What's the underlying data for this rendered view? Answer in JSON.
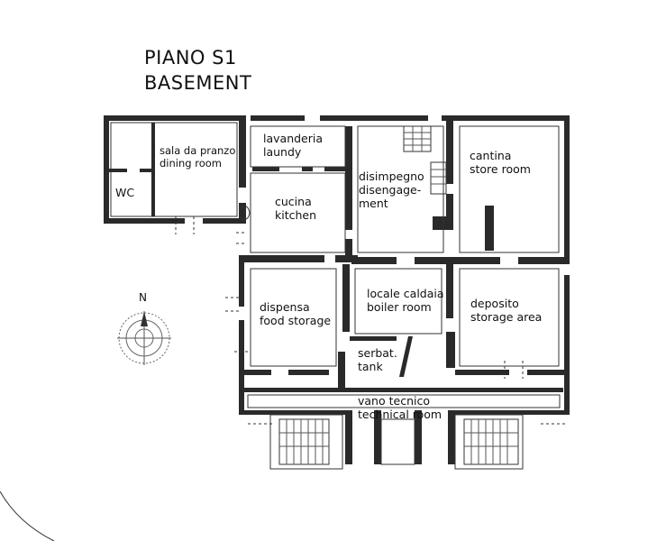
{
  "title": {
    "line1": "PIANO S1",
    "line2": "BASEMENT"
  },
  "compass": {
    "label": "N"
  },
  "rooms": {
    "wc": "WC",
    "dining": "sala da pranzo\ndining room",
    "laundry": "lavanderia\nlaundy",
    "disengagement": "disimpegno\ndisengage-\nment",
    "cellar": "cantina\nstore room",
    "kitchen": "cucina\nkitchen",
    "pantry": "dispensa\nfood storage",
    "boiler": "locale caldaia\nboiler room",
    "storage": "deposito\nstorage area",
    "tank": "serbat.\ntank",
    "technical": "vano tecnico\ntechnical room"
  },
  "colors": {
    "wall": "#2a2a2a",
    "background": "#ffffff",
    "ink": "#111111"
  }
}
